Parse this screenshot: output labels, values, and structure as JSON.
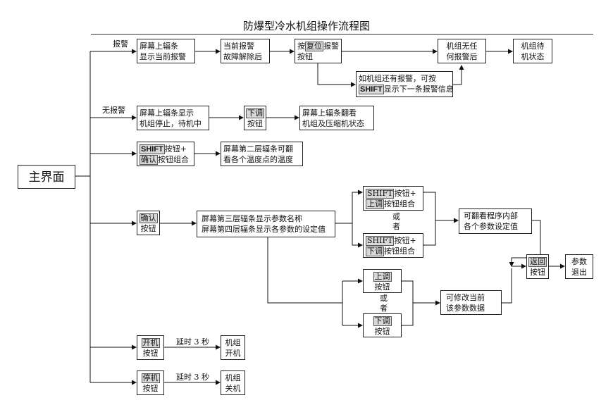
{
  "title": "防爆型冷水机组操作流程图",
  "main_interface": "主界面",
  "branch_labels": {
    "alarm": "报警",
    "no_alarm": "无报警"
  },
  "alarm_row": {
    "screen": [
      "屏幕上辐条",
      "显示当前报警"
    ],
    "cleared": [
      "当前报警",
      "故障解除后"
    ],
    "press_prefix": "按",
    "reset_key": "复位",
    "press_suffix": "报警",
    "press_line2": "按钮",
    "no_alarm_unit": [
      "机组无任",
      "何报警后"
    ],
    "standby": [
      "机组待",
      "机状态"
    ],
    "more_alarms_line1": "如机组还有报警，可按",
    "shift_key": "SHIFT",
    "more_alarms_line2": "显示下一条报警信息"
  },
  "no_alarm_row": {
    "screen": [
      "屏幕上辐条显示",
      "机组停止，待机中"
    ],
    "down_key": "下调",
    "button": "按钮",
    "result": [
      "屏幕上辐条翻看",
      "机组及压缩机状态"
    ]
  },
  "shift_row": {
    "shift_key": "SHIFT",
    "shift_suffix": "按钮+",
    "confirm_key": "确认",
    "confirm_suffix": "按钮组合",
    "result": [
      "屏幕第二层辐条可翻",
      "看各个温度点的温度"
    ]
  },
  "confirm_row": {
    "confirm_key": "确认",
    "button": "按钮",
    "screens": [
      "屏幕第三层辐条显示参数名称",
      "屏幕第四层辐条显示各参数的设定值"
    ],
    "combo_top": {
      "shift_key": "SHIFT",
      "shift_suffix": "按钮+",
      "key": "上调",
      "suffix": "按钮组合"
    },
    "combo_bottom": {
      "shift_key": "SHIFT",
      "shift_suffix": "按钮+",
      "key": "下调",
      "suffix": "按钮组合"
    },
    "or_1": "或",
    "or_2": "者",
    "browse": [
      "可翻看程序内部",
      "各个参数设定值"
    ],
    "up_key": "上调",
    "down_key": "下调",
    "button_up": "按钮",
    "button_down": "按钮",
    "modify": [
      "可修改当前",
      "该参数数据"
    ],
    "return_key": "返回",
    "return_button": "按钮",
    "exit": [
      "参数",
      "退出"
    ]
  },
  "start_row": {
    "key": "开机",
    "button": "按钮",
    "delay": "延时 3 秒",
    "result": [
      "机组",
      "开机"
    ]
  },
  "stop_row": {
    "key": "停机",
    "button": "按钮",
    "delay": "延时 3 秒",
    "result": [
      "机组",
      "关机"
    ]
  }
}
